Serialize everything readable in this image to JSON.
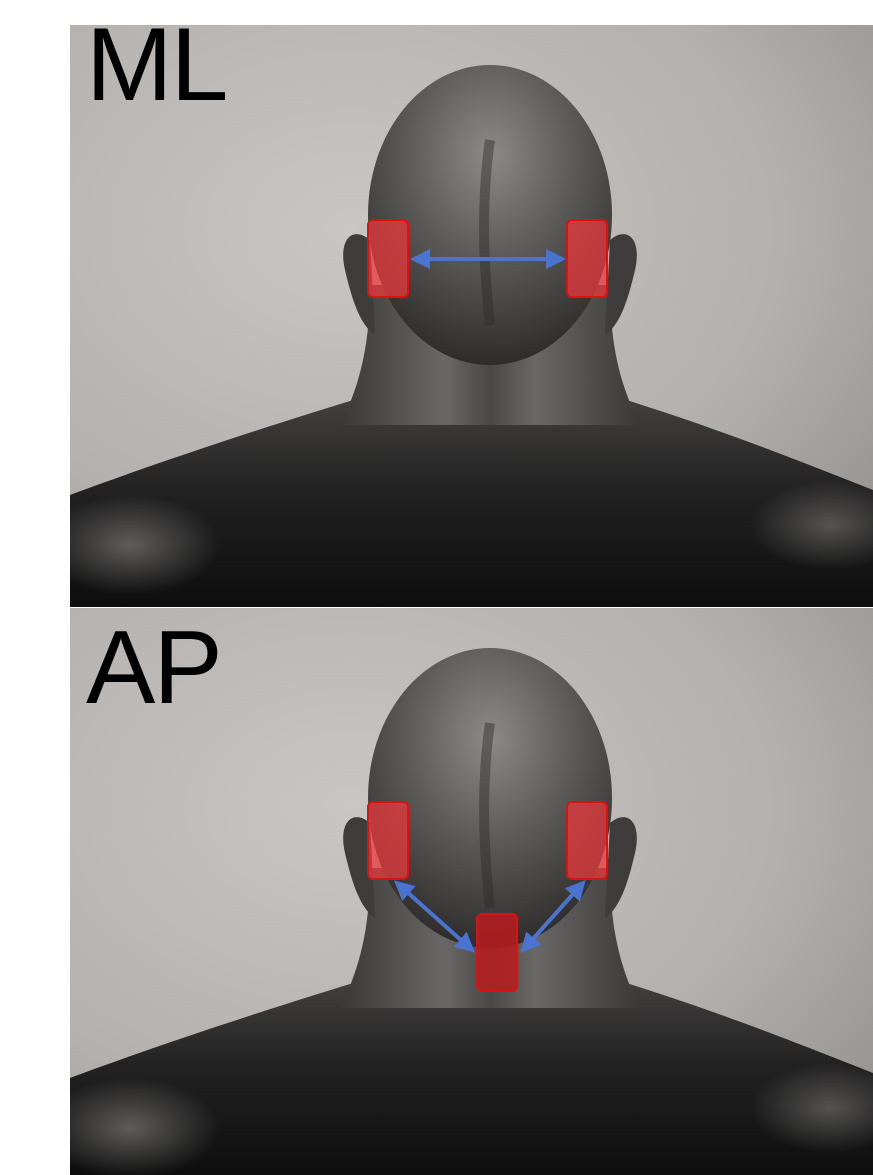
{
  "panels": [
    {
      "label": "ML",
      "configuration": "medio-lateral",
      "electrode_sites": [
        "left-mastoid",
        "right-mastoid"
      ]
    },
    {
      "label": "AP",
      "configuration": "antero-posterior",
      "electrode_sites": [
        "left-mastoid",
        "right-mastoid",
        "neck"
      ]
    }
  ],
  "colors": {
    "electrode_fill": "#e8393c",
    "electrode_stroke": "#e01010",
    "arrow": "#4a74d0",
    "background": "#b9b6b3"
  },
  "icons": {
    "arrow": "double-headed-arrow",
    "electrode": "rounded-rectangle-electrode"
  }
}
